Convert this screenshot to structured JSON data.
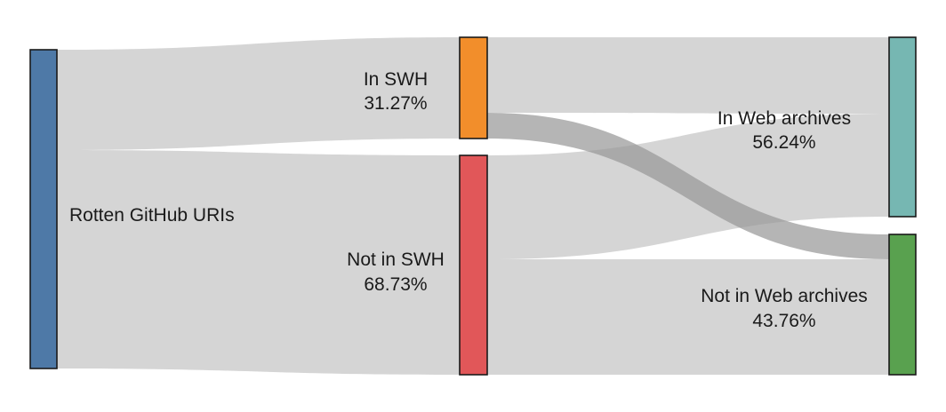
{
  "diagram": {
    "type": "sankey",
    "nodes": [
      {
        "id": "rotten",
        "label": "Rotten GitHub URIs",
        "value": "",
        "color": "#4e79a7"
      },
      {
        "id": "in_swh",
        "label": "In SWH",
        "value": "31.27%",
        "color": "#f28e2b"
      },
      {
        "id": "not_swh",
        "label": "Not in SWH",
        "value": "68.73%",
        "color": "#e15759"
      },
      {
        "id": "in_web",
        "label": "In Web archives",
        "value": "56.24%",
        "color": "#76b7b2"
      },
      {
        "id": "not_web",
        "label": "Not in Web archives",
        "value": "43.76%",
        "color": "#59a14f"
      }
    ],
    "links": [
      {
        "source": "rotten",
        "target": "in_swh"
      },
      {
        "source": "rotten",
        "target": "not_swh"
      },
      {
        "source": "in_swh",
        "target": "in_web"
      },
      {
        "source": "in_swh",
        "target": "not_web"
      },
      {
        "source": "not_swh",
        "target": "in_web"
      },
      {
        "source": "not_swh",
        "target": "not_web"
      }
    ],
    "link_color": "#cccccc",
    "highlight_link_color": "#999999"
  }
}
